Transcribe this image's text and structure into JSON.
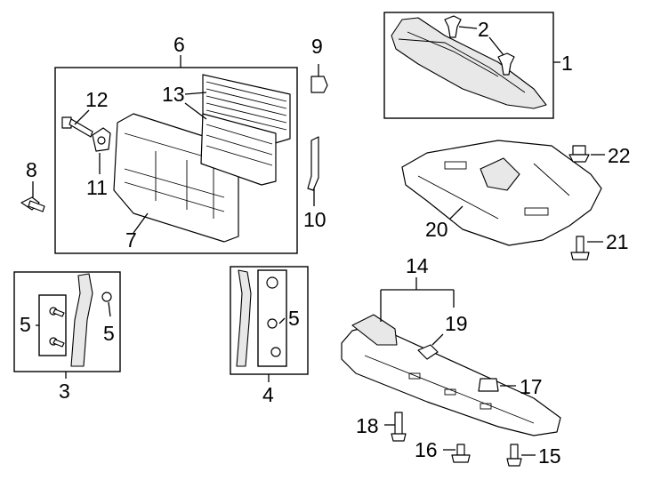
{
  "callouts": {
    "c1": "1",
    "c2": "2",
    "c3": "3",
    "c4": "4",
    "c5a": "5",
    "c5b": "5",
    "c5c": "5",
    "c6": "6",
    "c7": "7",
    "c8": "8",
    "c9": "9",
    "c10": "10",
    "c11": "11",
    "c12": "12",
    "c13": "13",
    "c14": "14",
    "c15": "15",
    "c16": "16",
    "c17": "17",
    "c18": "18",
    "c19": "19",
    "c20": "20",
    "c21": "21",
    "c22": "22"
  },
  "style": {
    "line_color": "#000000",
    "background": "#ffffff"
  }
}
